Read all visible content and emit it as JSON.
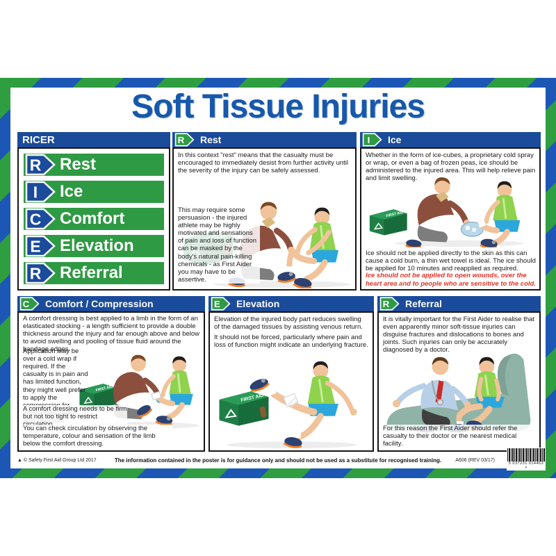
{
  "poster": {
    "title": "Soft Tissue Injuries",
    "ricer": {
      "header": "RICER",
      "items": [
        {
          "letter": "R",
          "word": "Rest"
        },
        {
          "letter": "I",
          "word": "Ice"
        },
        {
          "letter": "C",
          "word": "Comfort"
        },
        {
          "letter": "E",
          "word": "Elevation"
        },
        {
          "letter": "R",
          "word": "Referral"
        }
      ]
    },
    "panels": {
      "rest": {
        "letter": "R",
        "title": "Rest",
        "para1": "In this context \"rest\" means that the casualty must be encouraged to immediately desist from further activity until the severity of the injury can be safely assessed.",
        "para2": "This may require some persuasion - the injured athlete may be highly motivated and sensations of pain and loss of function can be masked by the body's natural pain-killing chemicals - as First Aider you may have to be assertive."
      },
      "ice": {
        "letter": "I",
        "title": "Ice",
        "para1": "Whether in the form of ice-cubes, a proprietary cold spray or wrap, or even a bag of frozen peas, ice should be administered to the injured area. This will help relieve pain and limit swelling.",
        "para2": "Ice should not be applied directly to the skin as this can cause a cold burn, a thin wet towel is ideal. The ice should be applied for 10 minutes and reapplied as required.",
        "warning": "Ice should not be applied to open wounds, over the heart area and to people who are sensitive to the cold."
      },
      "comfort": {
        "letter": "C",
        "title": "Comfort / Compression",
        "para1": "A comfort dressing is best applied to a limb in the form of an elasticated stocking - a length sufficient to provide a double thickness around the injury and far enough above and below to avoid swelling and pooling of tissue fluid around the bandage edges.",
        "para2": "Application may be over a cold wrap if required. If the casualty is in pain and has limited function, they might well prefer to apply the compression for themselves under your direction.",
        "para3": "A comfort dressing needs to be firm but not too tight to restrict circulation.",
        "para4": "You can check circulation by observing the temperature, colour and sensation of the limb below the comfort dressing."
      },
      "elevation": {
        "letter": "E",
        "title": "Elevation",
        "para1": "Elevation of the injured body part reduces swelling of the damaged tissues by assisting venous return.",
        "para2": "It should not be forced, particularly where pain and loss of function might indicate an underlying fracture."
      },
      "referral": {
        "letter": "R",
        "title": "Referral",
        "para1": "It is vitally important for the First Aider to realise that even apparently minor soft-tissue injuries can disguise fractures and dislocations to bones and joints. Such injuries can only be accurately diagnosed by a doctor.",
        "para2": "For this reason the First Aider should refer the casualty to their doctor or the nearest medical facility."
      }
    },
    "illustration": {
      "first_aid_kit_label": "FIRST AID"
    },
    "footer": {
      "copyright": "© Safety First Aid Group Ltd 2017",
      "disclaimer": "The information contained in the poster is for guidance only and should not be used as a substitute for recognised training.",
      "product_code": "A606 (REV 03/17)",
      "barcode_number": "5 037231 014463 >"
    },
    "colors": {
      "title_blue": "#1858ab",
      "header_blue": "#1b4b9b",
      "green": "#2f9a44",
      "stripe_green": "#2e9e41",
      "stripe_blue": "#1d57b5",
      "warning_red": "#e33427"
    }
  }
}
